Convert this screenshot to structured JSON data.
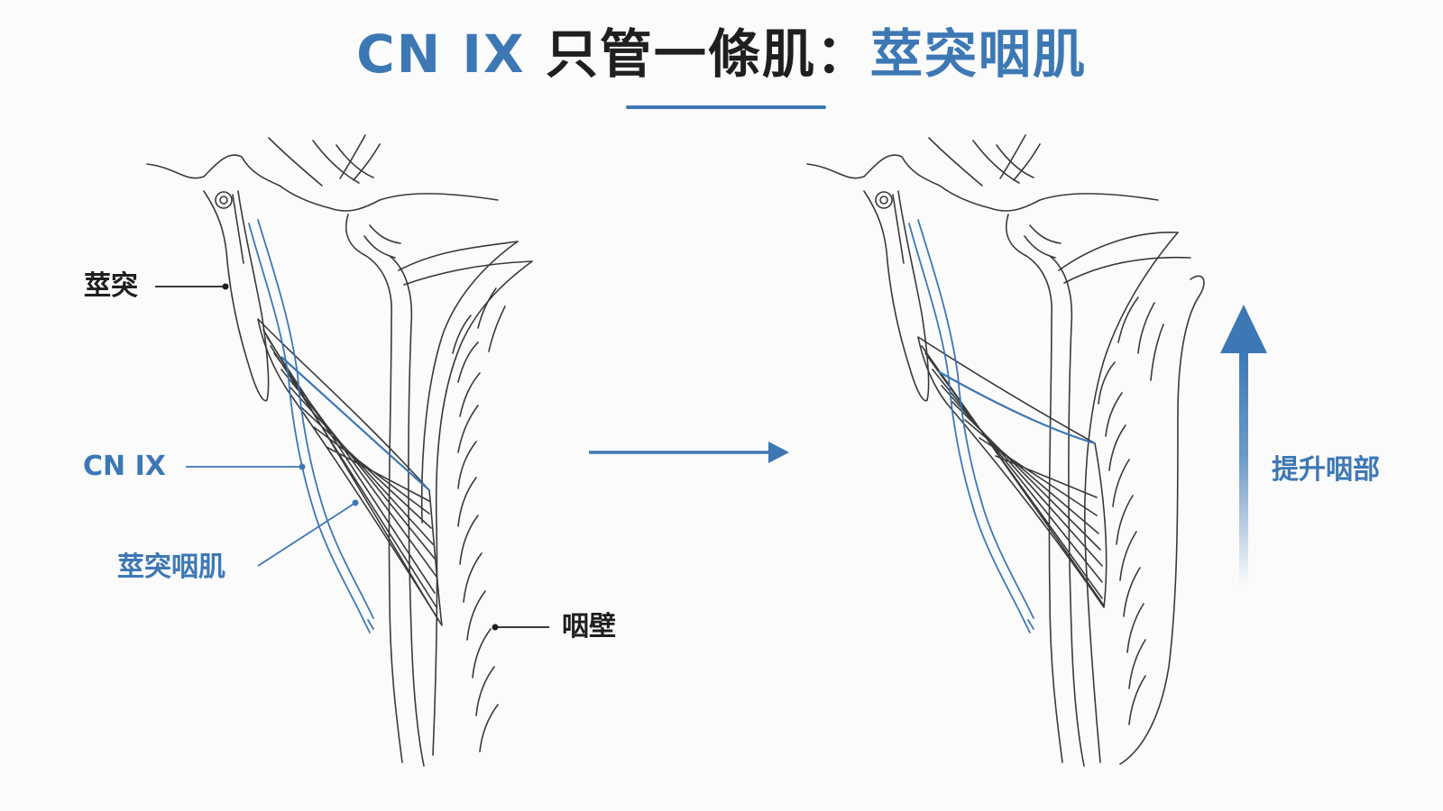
{
  "title": {
    "prefix": "CN IX",
    "middle": " 只管一條肌：",
    "highlight": "莖突咽肌"
  },
  "labels": {
    "styloid": "莖突",
    "cn9": "CN IX",
    "stylopharyngeus": "莖突咽肌",
    "pharyngeal_wall": "咽壁",
    "elevate_pharynx": "提升咽部"
  },
  "colors": {
    "accent": "#3d78b5",
    "ink": "#1f1f1f",
    "line": "#3a3a3a"
  }
}
